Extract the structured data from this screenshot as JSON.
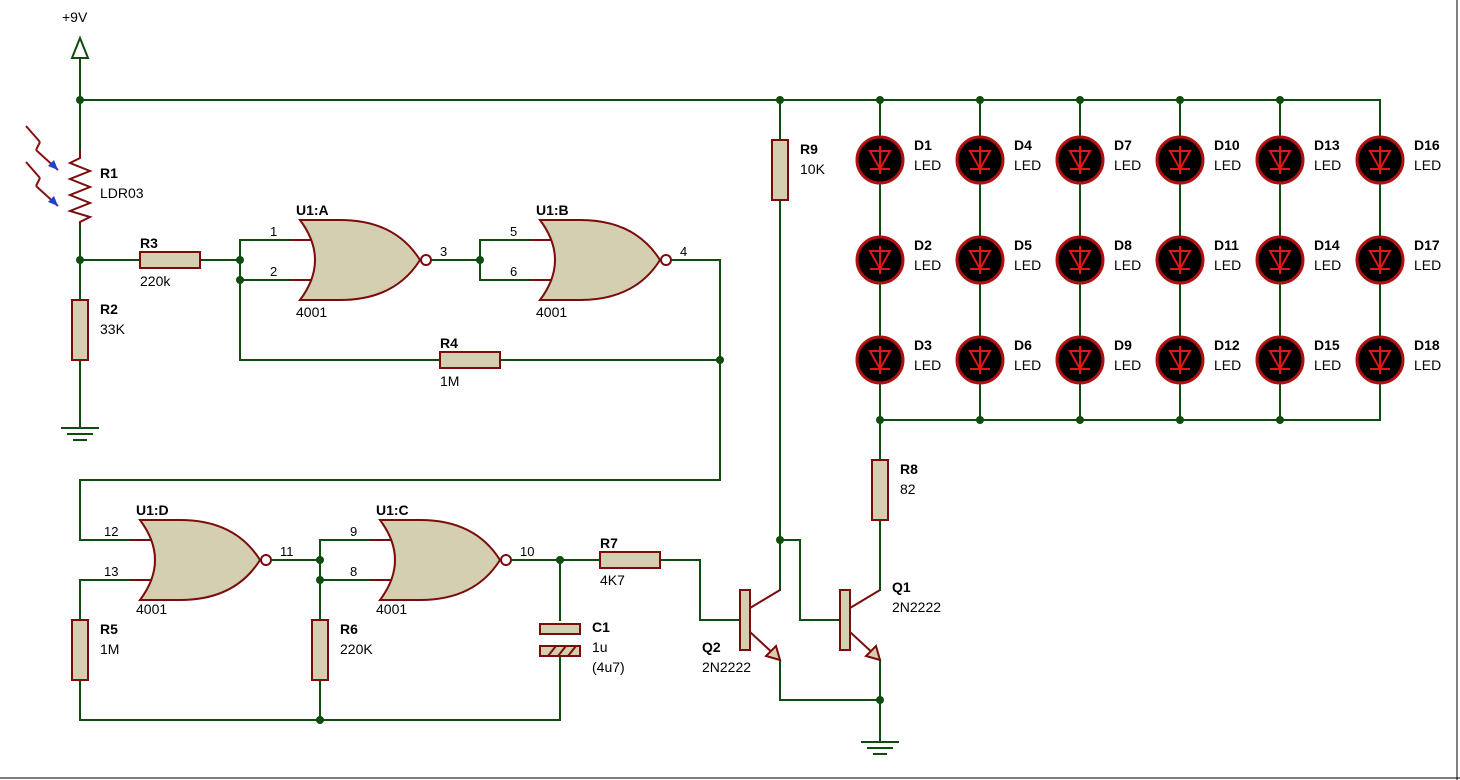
{
  "supply": {
    "label": "+9V"
  },
  "components": {
    "R1": {
      "ref": "R1",
      "value": "LDR03"
    },
    "R2": {
      "ref": "R2",
      "value": "33K"
    },
    "R3": {
      "ref": "R3",
      "value": "220k"
    },
    "R4": {
      "ref": "R4",
      "value": "1M"
    },
    "R5": {
      "ref": "R5",
      "value": "1M"
    },
    "R6": {
      "ref": "R6",
      "value": "220K"
    },
    "R7": {
      "ref": "R7",
      "value": "4K7"
    },
    "R8": {
      "ref": "R8",
      "value": "82"
    },
    "R9": {
      "ref": "R9",
      "value": "10K"
    },
    "C1": {
      "ref": "C1",
      "value": "1u",
      "value2": "(4u7)"
    },
    "Q1": {
      "ref": "Q1",
      "value": "2N2222"
    },
    "Q2": {
      "ref": "Q2",
      "value": "2N2222"
    }
  },
  "gates": {
    "A": {
      "ref": "U1:A",
      "part": "4001",
      "pins": [
        "1",
        "2",
        "3"
      ]
    },
    "B": {
      "ref": "U1:B",
      "part": "4001",
      "pins": [
        "5",
        "6",
        "4"
      ]
    },
    "C": {
      "ref": "U1:C",
      "part": "4001",
      "pins": [
        "9",
        "8",
        "10"
      ]
    },
    "D": {
      "ref": "U1:D",
      "part": "4001",
      "pins": [
        "12",
        "13",
        "11"
      ]
    }
  },
  "leds": {
    "D1": {
      "ref": "D1",
      "value": "LED"
    },
    "D2": {
      "ref": "D2",
      "value": "LED"
    },
    "D3": {
      "ref": "D3",
      "value": "LED"
    },
    "D4": {
      "ref": "D4",
      "value": "LED"
    },
    "D5": {
      "ref": "D5",
      "value": "LED"
    },
    "D6": {
      "ref": "D6",
      "value": "LED"
    },
    "D7": {
      "ref": "D7",
      "value": "LED"
    },
    "D8": {
      "ref": "D8",
      "value": "LED"
    },
    "D9": {
      "ref": "D9",
      "value": "LED"
    },
    "D10": {
      "ref": "D10",
      "value": "LED"
    },
    "D11": {
      "ref": "D11",
      "value": "LED"
    },
    "D12": {
      "ref": "D12",
      "value": "LED"
    },
    "D13": {
      "ref": "D13",
      "value": "LED"
    },
    "D14": {
      "ref": "D14",
      "value": "LED"
    },
    "D15": {
      "ref": "D15",
      "value": "LED"
    },
    "D16": {
      "ref": "D16",
      "value": "LED"
    },
    "D17": {
      "ref": "D17",
      "value": "LED"
    },
    "D18": {
      "ref": "D18",
      "value": "LED"
    }
  },
  "colors": {
    "wire": "#0f4d0f",
    "component": "#7a0c0c",
    "body": "#d4cfb0",
    "led_glow": "#e01818"
  }
}
